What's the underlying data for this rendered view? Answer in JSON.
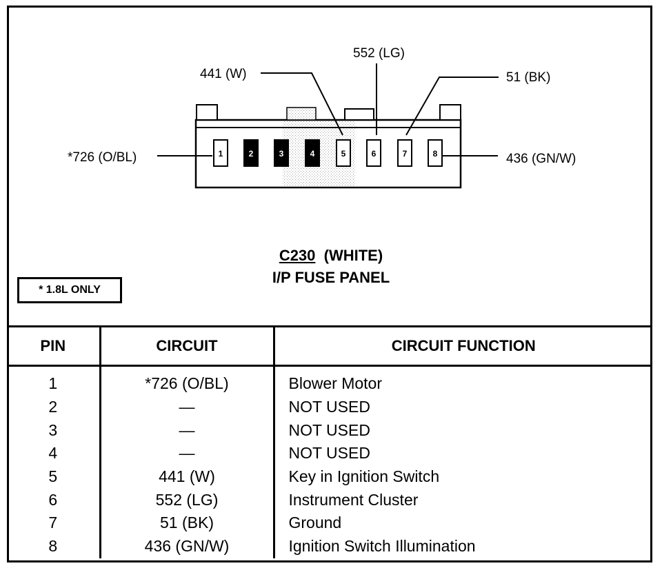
{
  "connector": {
    "id": "C230",
    "color": "(WHITE)",
    "location": "I/P FUSE PANEL",
    "note": "* 1.8L ONLY",
    "pins": [
      "1",
      "2",
      "3",
      "4",
      "5",
      "6",
      "7",
      "8"
    ],
    "used_pins": [
      "1",
      "5",
      "6",
      "7",
      "8"
    ],
    "unused_pins": [
      "2",
      "3",
      "4"
    ]
  },
  "callouts": {
    "pin1": "*726 (O/BL)",
    "pin5": "441 (W)",
    "pin6": "552 (LG)",
    "pin7": "51 (BK)",
    "pin8": "436 (GN/W)"
  },
  "table": {
    "headers": [
      "PIN",
      "CIRCUIT",
      "CIRCUIT FUNCTION"
    ],
    "rows": [
      {
        "pin": "1",
        "circuit": "*726 (O/BL)",
        "function": "Blower Motor"
      },
      {
        "pin": "2",
        "circuit": "—",
        "function": "NOT USED"
      },
      {
        "pin": "3",
        "circuit": "—",
        "function": "NOT USED"
      },
      {
        "pin": "4",
        "circuit": "—",
        "function": "NOT USED"
      },
      {
        "pin": "5",
        "circuit": "441 (W)",
        "function": "Key in Ignition Switch"
      },
      {
        "pin": "6",
        "circuit": "552 (LG)",
        "function": "Instrument Cluster"
      },
      {
        "pin": "7",
        "circuit": "51 (BK)",
        "function": "Ground"
      },
      {
        "pin": "8",
        "circuit": "436 (GN/W)",
        "function": "Ignition Switch Illumination"
      }
    ]
  }
}
